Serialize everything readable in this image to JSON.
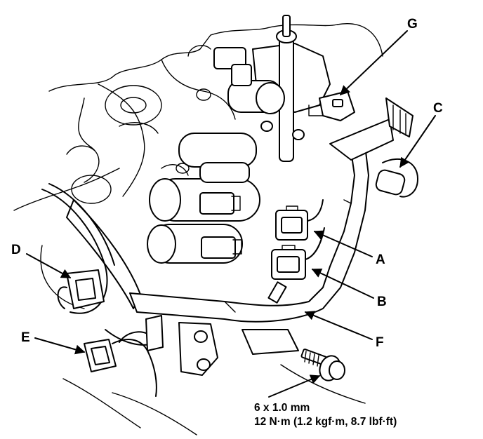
{
  "callouts": {
    "a": "A",
    "b": "B",
    "c": "C",
    "d": "D",
    "e": "E",
    "f": "F",
    "g": "G"
  },
  "bolt_spec": {
    "size": "6 x 1.0 mm",
    "torque": "12 N·m (1.2 kgf·m, 8.7 lbf·ft)"
  }
}
